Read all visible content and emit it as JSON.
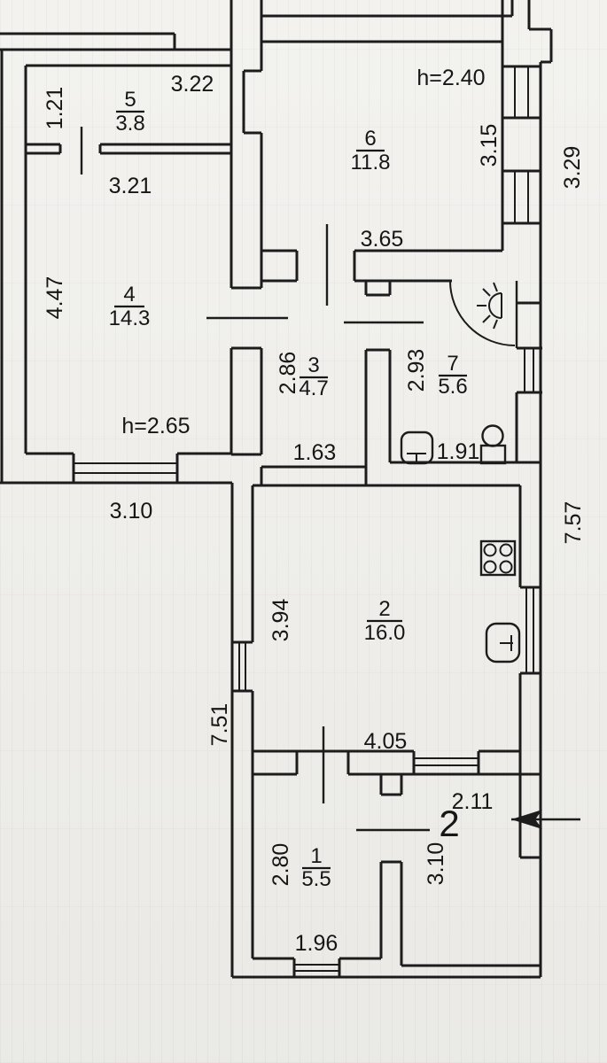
{
  "document": {
    "type": "apartment floor plan (scanned technical drawing)"
  },
  "rooms": [
    {
      "number": "5",
      "area": "3.8"
    },
    {
      "number": "4",
      "area": "14.3"
    },
    {
      "number": "6",
      "area": "11.8"
    },
    {
      "number": "3",
      "area": "4.7"
    },
    {
      "number": "7",
      "area": "5.6"
    },
    {
      "number": "2",
      "area": "16.0"
    },
    {
      "number": "1",
      "area": "5.5"
    }
  ],
  "ceiling_heights": {
    "room4": "h=2.65",
    "room6": "h=2.40"
  },
  "dimensions": {
    "room5_width": "3.22",
    "room5_depth": "1.21",
    "room4_width": "3.21",
    "room4_depth": "4.47",
    "room6_width": "3.65",
    "room6_depth": "3.15",
    "room6_outside": "3.29",
    "room3_width": "1.63",
    "room3_depth": "2.86",
    "room7_width": "1.91",
    "room7_depth": "2.93",
    "room2_width": "4.05",
    "room2_depth": "3.94",
    "room1_width": "1.96",
    "room1_depth": "2.80",
    "entry_width": "2.11",
    "entry_depth": "3.10",
    "left_total": "7.51",
    "right_total": "7.57",
    "below_room4": "3.10"
  },
  "markers": {
    "entrance_room_number": "2"
  },
  "colors": {
    "ink": "#1c1c1c",
    "paper": "#efeeea"
  }
}
